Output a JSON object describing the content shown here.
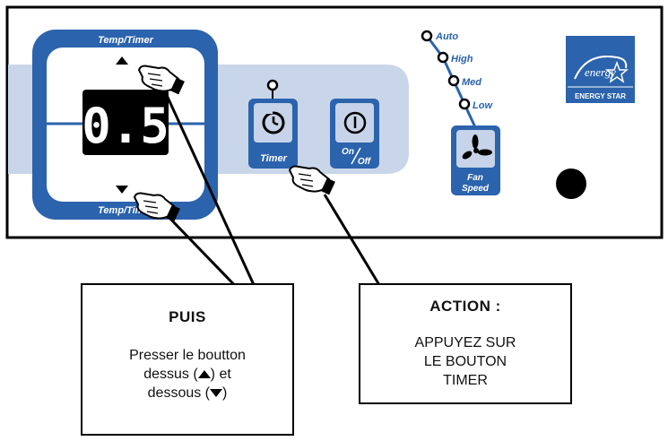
{
  "panel": {
    "temp_timer_top_label": "Temp/Timer",
    "temp_timer_bottom_label": "Temp/Timer",
    "display_value": "0.5",
    "timer_label": "Timer",
    "onoff_label_on": "On",
    "onoff_label_off": "Off",
    "fan_speed_label_1": "Fan",
    "fan_speed_label_2": "Speed",
    "fan_speeds": [
      "Auto",
      "High",
      "Med",
      "Low"
    ],
    "energy_star_script": "energy",
    "energy_star_label": "ENERGY STAR"
  },
  "callout_left": {
    "heading": "PUIS",
    "line1": "Presser le boutton",
    "line2a": "dessus (",
    "line2b": ") et",
    "line3a": "dessous (",
    "line3b": ")"
  },
  "callout_right": {
    "heading": "ACTION :",
    "line1": "APPUYEZ SUR",
    "line2": "LE BOUTON",
    "line3": "TIMER"
  },
  "colors": {
    "panel_blue": "#2b63ad",
    "panel_band": "#c9d6ea",
    "button_bg": "#c6d3e8",
    "outline": "#000000"
  }
}
